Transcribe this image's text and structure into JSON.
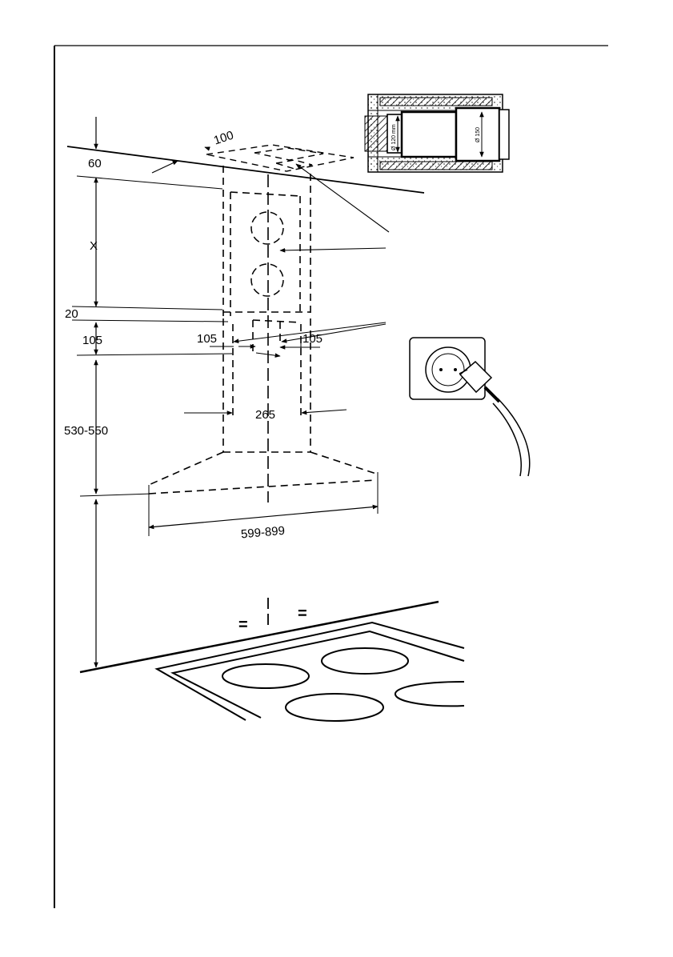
{
  "dimensions": {
    "top_angle": "100",
    "ceiling_offset": "60",
    "height_x": "X",
    "gap_20": "20",
    "gap_105": "105",
    "bracket_left": "105",
    "bracket_right": "105",
    "chimney_width": "265",
    "lower_height": "530-550",
    "hood_width": "599-899",
    "equal_left": "=",
    "equal_right": "="
  },
  "duct_inset": {
    "label_left": "Ø 120 mm",
    "label_right": "Ø 150"
  }
}
